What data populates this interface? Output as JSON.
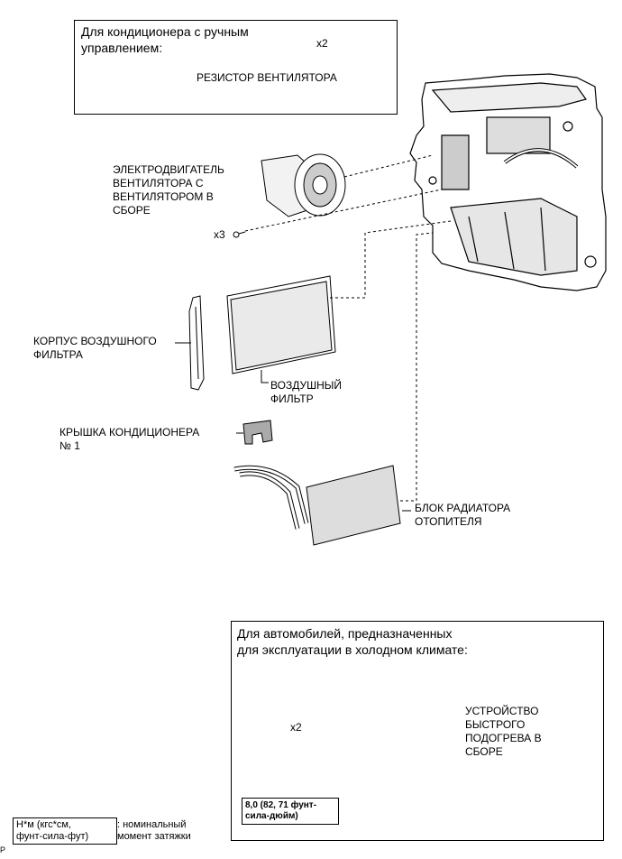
{
  "top_box": {
    "header": "Для кондиционера с ручным\nуправлением:",
    "qty": "x2",
    "part_label": "РЕЗИСТОР ВЕНТИЛЯТОРА"
  },
  "labels": {
    "blower_motor": "ЭЛЕКТРОДВИГАТЕЛЬ\nВЕНТИЛЯТОРА С\nВЕНТИЛЯТОРОМ В\nСБОРЕ",
    "blower_qty": "x3",
    "filter_case": "КОРПУС ВОЗДУШНОГО\nФИЛЬТРА",
    "air_filter": "ВОЗДУШНЫЙ\nФИЛЬТР",
    "ac_cover": "КРЫШКА КОНДИЦИОНЕРА\n№ 1",
    "heater_core": "БЛОК РАДИАТОРА\nОТОПИТЕЛЯ"
  },
  "bottom_box": {
    "header": "Для автомобилей, предназначенных\nдля эксплуатации в холодном климате:",
    "qty": "x2",
    "part_label": "УСТРОЙСТВО\nБЫСТРОГО\nПОДОГРЕВА В\nСБОРЕ",
    "torque": "8,0 (82, 71 фунт-\nсила-дюйм)"
  },
  "legend": {
    "units": "Н*м (кгс*см,\nфунт-сила-фут)",
    "description": ": номинальный\nмомент затяжки"
  },
  "corner_mark": "P"
}
